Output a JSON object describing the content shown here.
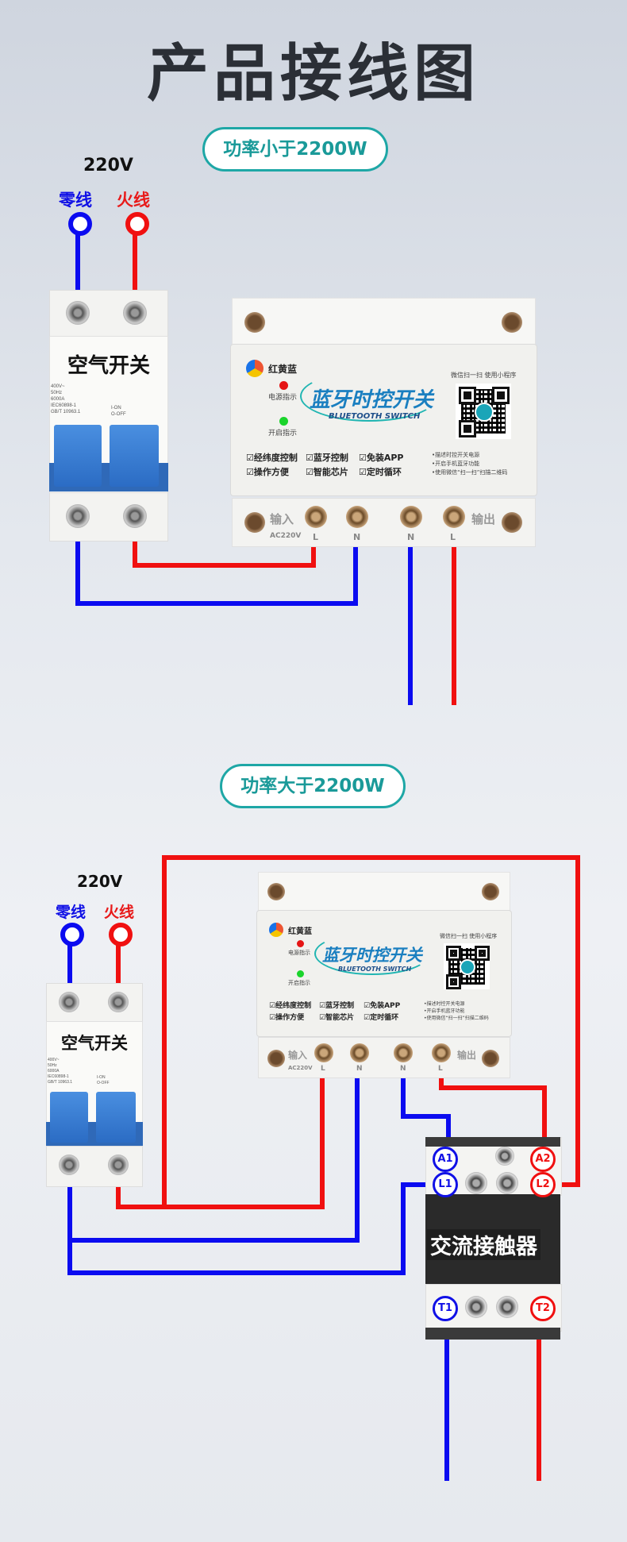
{
  "page_title": "产品接线图",
  "section1": {
    "badge": "功率小于2200W",
    "voltage": "220V",
    "neutral_label": "零线",
    "live_label": "火线",
    "breaker_label": "空气开关"
  },
  "section2": {
    "badge": "功率大于2200W",
    "voltage": "220V",
    "neutral_label": "零线",
    "live_label": "火线",
    "breaker_label": "空气开关",
    "contactor_label": "交流接触器",
    "contactor_terminals": [
      "A1",
      "A2",
      "L1",
      "L2",
      "T1",
      "T2"
    ]
  },
  "device": {
    "brand": "红黄蓝",
    "power_led": "电源指示",
    "on_led": "开启指示",
    "title": "蓝牙时控开关",
    "subtitle": "BLUETOOTH SWITCH",
    "qr_hint": "微信扫一扫 使用小程序",
    "features": [
      "经纬度控制",
      "蓝牙控制",
      "免装APP",
      "操作方便",
      "智能芯片",
      "定时循环"
    ],
    "notes": [
      "•描述时控开关电源",
      "•开启手机蓝牙功能",
      "•使用微信“扫一扫”扫描二维码"
    ],
    "input_label": "输入",
    "output_label": "输出",
    "terminals": [
      "L",
      "N",
      "N",
      "L"
    ],
    "rating": "AC220V"
  },
  "breaker_specs": [
    "400V~",
    "50Hz",
    "6000A",
    "IEC60898-1",
    "GB/T 10963.1"
  ],
  "breaker_onoff": [
    "I-ON",
    "O-OFF"
  ],
  "colors": {
    "neutral": "#1010e6",
    "live": "#f01010",
    "accent": "#1ea7a6"
  }
}
